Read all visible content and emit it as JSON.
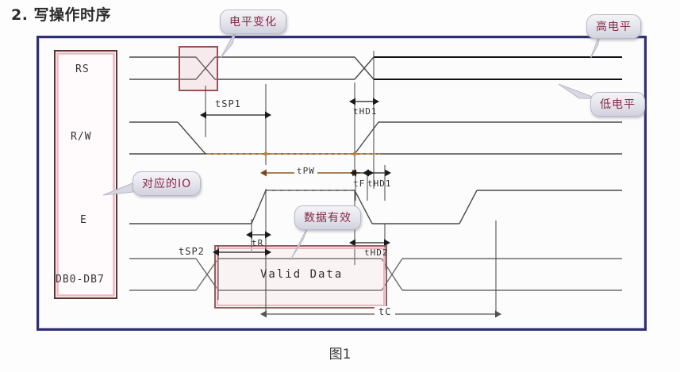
{
  "page": {
    "title": "2. 写操作时序",
    "caption": "图1"
  },
  "diagram": {
    "frame_color": "#2f2f72",
    "highlight_color": "#b06a72",
    "signal_group_label": "对应的IO",
    "signals": [
      {
        "name": "RS",
        "label": "RS"
      },
      {
        "name": "rw",
        "label": "R/W"
      },
      {
        "name": "e",
        "label": "E"
      },
      {
        "name": "data_bus",
        "label": "DB0-DB7"
      }
    ],
    "data_label": "Valid Data",
    "callouts": [
      {
        "name": "level-change",
        "text": "电平变化"
      },
      {
        "name": "high-level",
        "text": "高电平"
      },
      {
        "name": "low-level",
        "text": "低电平"
      },
      {
        "name": "io-mapping",
        "text": "对应的IO"
      },
      {
        "name": "data-valid",
        "text": "数据有效"
      }
    ],
    "timing_marks": [
      {
        "name": "tsp1",
        "label": "tSP1"
      },
      {
        "name": "thd1_top",
        "label": "tHD1"
      },
      {
        "name": "tpw",
        "label": "tPW"
      },
      {
        "name": "tf",
        "label": "tF"
      },
      {
        "name": "thd1_e",
        "label": "tHD1"
      },
      {
        "name": "tr",
        "label": "tR"
      },
      {
        "name": "tsp2",
        "label": "tSP2"
      },
      {
        "name": "thd2",
        "label": "tHD2"
      },
      {
        "name": "tc",
        "label": "tC"
      }
    ]
  }
}
